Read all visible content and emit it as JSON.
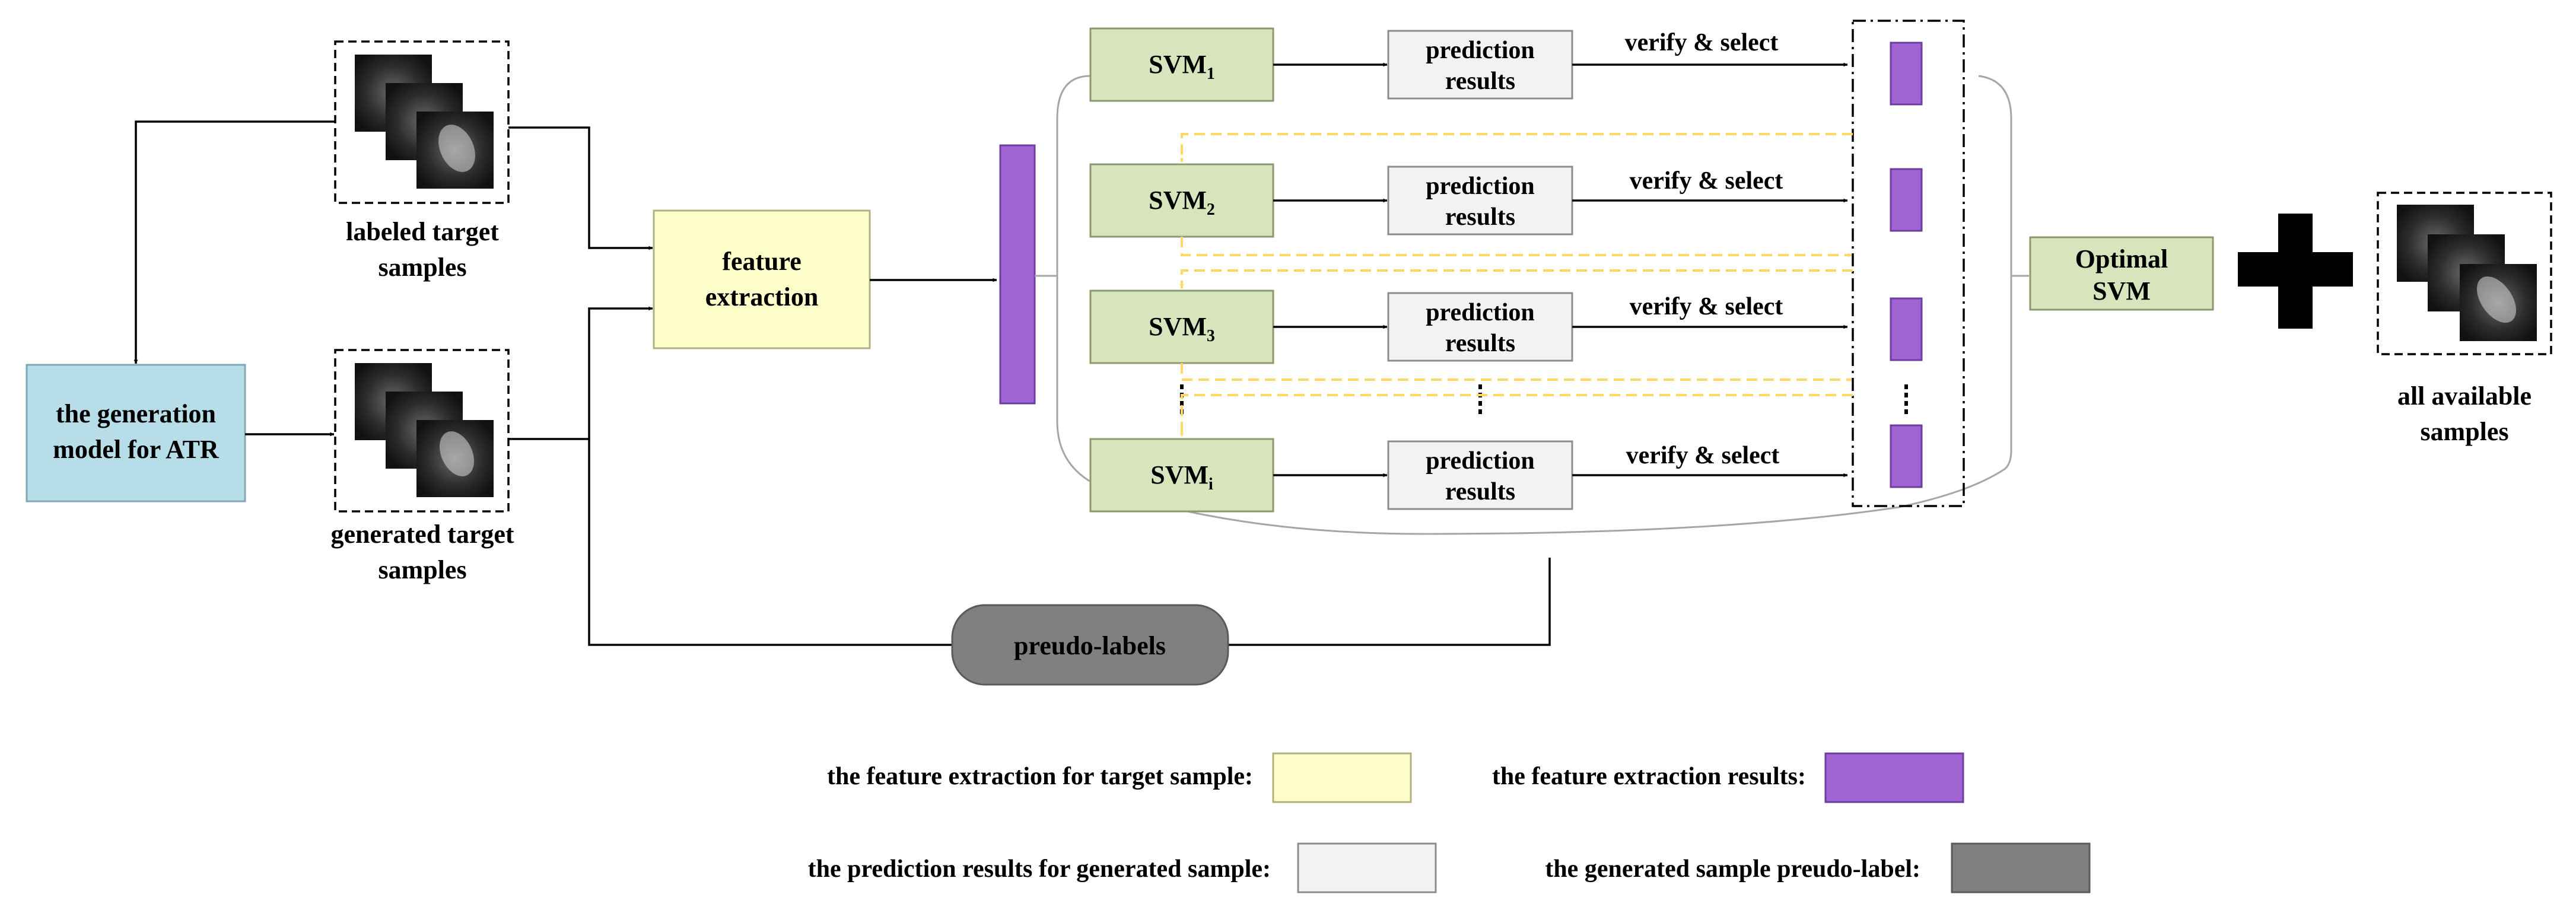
{
  "generation_model": {
    "line1": "the generation",
    "line2": "model for ATR",
    "color": "#b7dde8"
  },
  "labeled_samples": {
    "line1": "labeled target",
    "line2": "samples"
  },
  "generated_samples": {
    "line1": "generated target",
    "line2": "samples"
  },
  "feature_extraction": {
    "line1": "feature",
    "line2": "extraction",
    "color": "#ffffcc"
  },
  "svms": [
    {
      "base": "SVM",
      "sub": "1"
    },
    {
      "base": "SVM",
      "sub": "2"
    },
    {
      "base": "SVM",
      "sub": "3"
    },
    {
      "base": "SVM",
      "sub": "i"
    }
  ],
  "prediction": {
    "line1": "prediction",
    "line2": "results"
  },
  "verify_select": "verify & select",
  "optimal_svm": {
    "line1": "Optimal",
    "line2": "SVM"
  },
  "all_samples": {
    "line1": "all available",
    "line2": "samples"
  },
  "pseudo_labels": {
    "label": "preudo-labels",
    "color": "#808080"
  },
  "legend": {
    "feature_extraction_target": "the feature extraction for target sample:",
    "feature_extraction_results": "the feature extraction results:",
    "prediction_generated": "the prediction results for generated sample:",
    "pseudo_label": "the generated sample preudo-label:"
  },
  "colors": {
    "svm_fill": "#d8e4bc",
    "prediction_fill": "#f2f2f2",
    "feature_result": "#a064d2",
    "feedback_dashed": "#ffd866"
  }
}
